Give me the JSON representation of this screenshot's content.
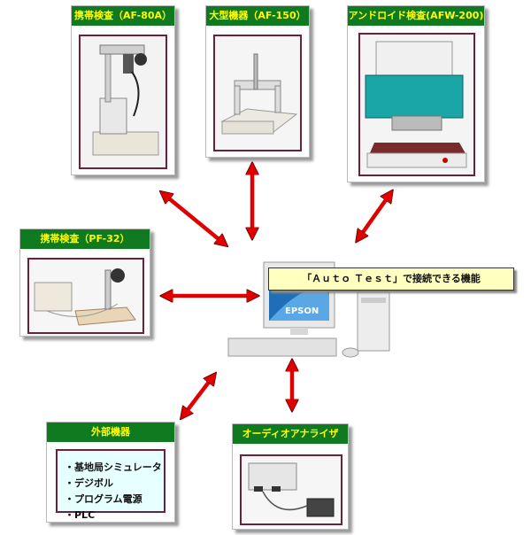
{
  "nodes": {
    "af80a": {
      "title": "携帯検査（AF-80A）"
    },
    "af150": {
      "title": "大型機器（AF-150）"
    },
    "afw200": {
      "title": "アンドロイド検査(AFW-200)"
    },
    "pf32": {
      "title": "携帯検査（PF-32）"
    },
    "external": {
      "title": "外部機器",
      "items": [
        "基地局シミュレータ",
        "デジボル",
        "プログラム電源",
        "PLC"
      ]
    },
    "audio": {
      "title": "オーディオアナライザ"
    }
  },
  "center": {
    "callout": "「Ａｕｔｏ Ｔｅｓｔ」で接続できる機能",
    "monitor_brand": "EPSON"
  },
  "colors": {
    "header_bg": "#0f7a1f",
    "header_text": "#ffff00",
    "arrow": "#e00000",
    "photo_border": "#6e1f3c",
    "callout_bg": "#ffffc0"
  }
}
